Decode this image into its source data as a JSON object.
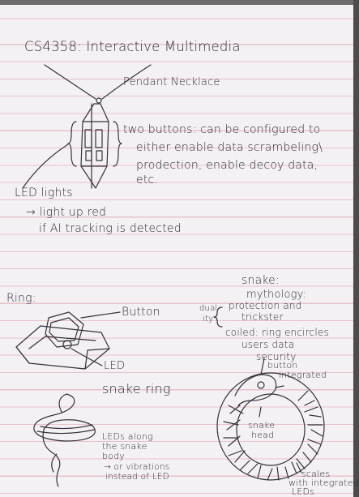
{
  "title": "CS4358: Interactive Multimedia",
  "pendant": {
    "label": "Pendant Necklace",
    "buttons_note": [
      "two buttons: can be configured to",
      "either enable data scrambeling\\",
      "prodection, enable decoy data,",
      "etc."
    ],
    "led_label": "LED lights",
    "led_note": [
      "→ light up red",
      "if AI tracking is detected"
    ]
  },
  "snake_notes": {
    "heading": "snake:",
    "mythology": "mythology:",
    "duality": [
      "dual-",
      "ity"
    ],
    "protection": [
      "protection and",
      "trickster"
    ],
    "coiled": [
      "coiled: ring encircles",
      "users data",
      "security"
    ]
  },
  "ring": {
    "label": "Ring:",
    "button_label": "Button",
    "led_label": "LED"
  },
  "snake_ring": {
    "label": "snake ring",
    "leds_note": [
      "LEDs along",
      "the snake",
      "body"
    ],
    "vibration_note": [
      "→ or vibrations",
      "instead of LED"
    ],
    "button_integrated": [
      "button",
      "integrated"
    ],
    "snake_head": [
      "snake",
      "head"
    ],
    "scales": [
      "scales",
      "with integrated",
      "LEDs"
    ]
  }
}
